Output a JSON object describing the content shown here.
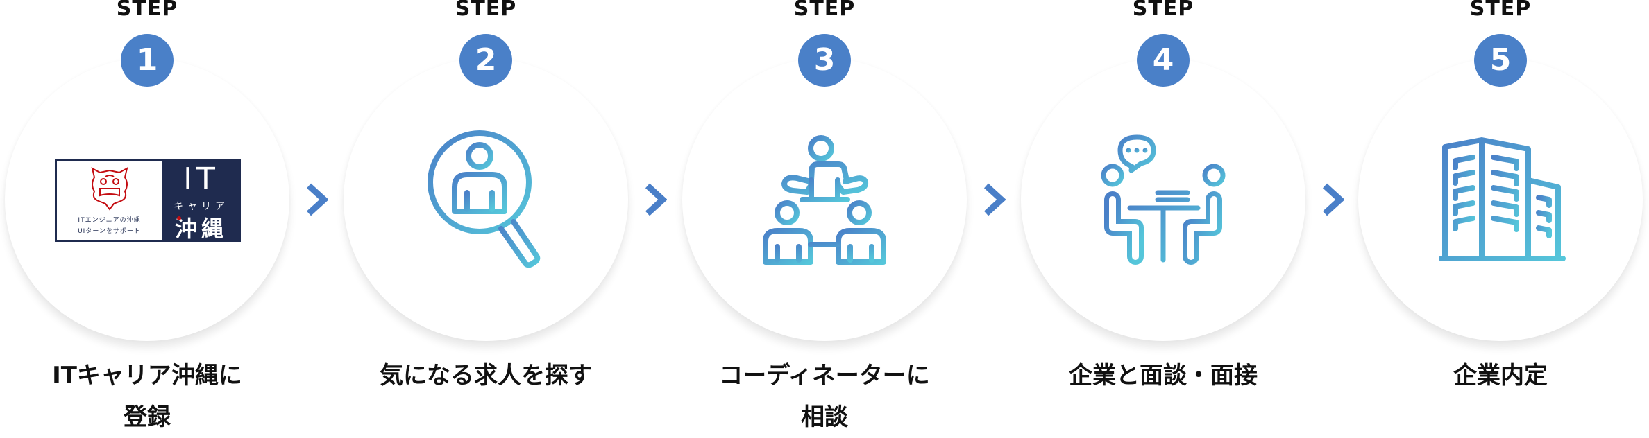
{
  "colors": {
    "accent": "#4a80c8",
    "gradient_start": "#4a80c8",
    "gradient_end": "#55c6da",
    "logo_navy": "#1f2b4f",
    "logo_red": "#c40d12"
  },
  "steps": [
    {
      "step_label": "STEP",
      "number": "1",
      "icon": "it-career-okinawa-logo",
      "label_lines": [
        "ITキャリア沖縄に",
        "登録"
      ]
    },
    {
      "step_label": "STEP",
      "number": "2",
      "icon": "person-search-icon",
      "label_lines": [
        "気になる求人を探す"
      ]
    },
    {
      "step_label": "STEP",
      "number": "3",
      "icon": "consultation-group-icon",
      "label_lines": [
        "コーディネーターに",
        "相談"
      ]
    },
    {
      "step_label": "STEP",
      "number": "4",
      "icon": "interview-table-icon",
      "label_lines": [
        "企業と面談・面接"
      ]
    },
    {
      "step_label": "STEP",
      "number": "5",
      "icon": "office-building-icon",
      "label_lines": [
        "企業内定"
      ]
    }
  ],
  "logo": {
    "tagline_1": "ITエンジニアの沖縄",
    "tagline_2": "UIターンをサポート",
    "it": "IT",
    "kana": "キャリア",
    "okinawa": "沖縄"
  }
}
